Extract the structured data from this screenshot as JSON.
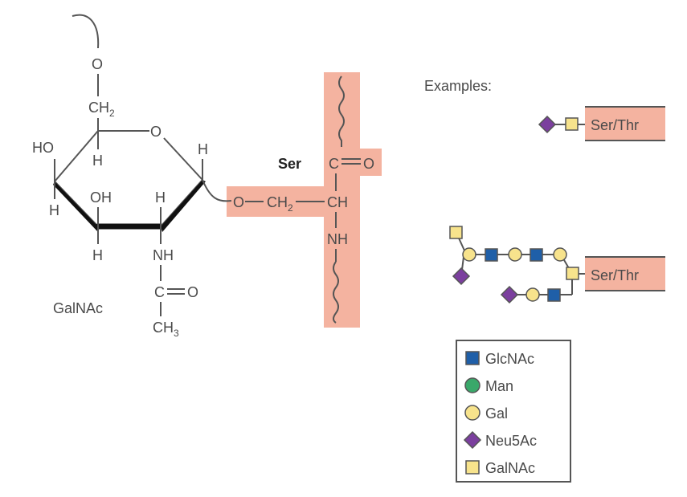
{
  "examples_label": "Examples:",
  "residue": {
    "ser_label": "Ser"
  },
  "atoms": {
    "o_top": "O",
    "ch2_top": "CH",
    "ch2_sub": "2",
    "ring_o": "O",
    "ho": "HO",
    "h_c4": "H",
    "h_c1": "H",
    "h_c4_down": "H",
    "oh": "OH",
    "h_c2": "H",
    "h_c3": "H",
    "nh": "NH",
    "c_carbonyl": "C",
    "o_carbonyl": "O",
    "ch3": "CH",
    "ch3_sub": "3",
    "link_o": "O",
    "link_ch2": "CH",
    "link_ch2_sub": "2",
    "ca": "CH",
    "backbone_c": "C",
    "backbone_o": "O",
    "backbone_nh": "NH",
    "sugar_name": "GalNAc"
  },
  "examples": [
    {
      "peptide_label": "Ser/Thr"
    },
    {
      "peptide_label": "Ser/Thr"
    }
  ],
  "legend": [
    {
      "name": "GlcNAc",
      "shape": "square",
      "color": "#1f5fa8"
    },
    {
      "name": "Man",
      "shape": "circle",
      "color": "#3aa86a"
    },
    {
      "name": "Gal",
      "shape": "circle",
      "color": "#f7e38c"
    },
    {
      "name": "Neu5Ac",
      "shape": "diamond",
      "color": "#7b3f9e"
    },
    {
      "name": "GalNAc",
      "shape": "square",
      "color": "#f7e38c"
    }
  ],
  "colors": {
    "highlight": "#f4b3a0",
    "glcnac": "#1f5fa8",
    "man": "#3aa86a",
    "gal": "#f7e38c",
    "neu5ac": "#7b3f9e",
    "galnac": "#f7e38c"
  }
}
